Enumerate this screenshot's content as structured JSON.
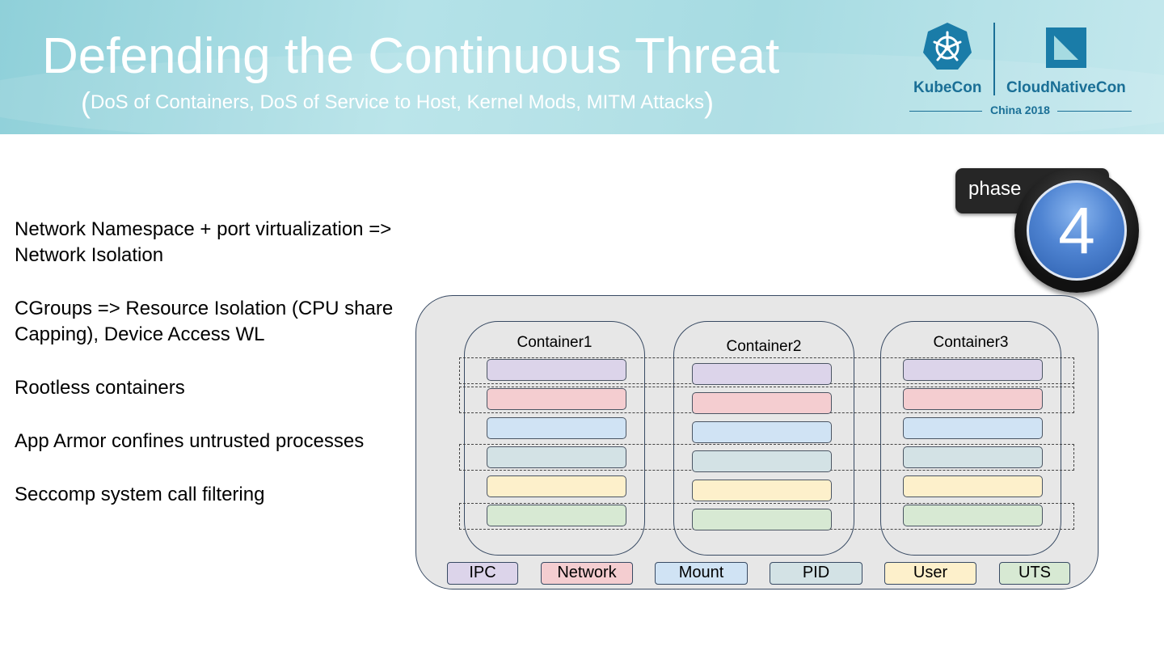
{
  "header": {
    "title": "Defending the Continuous Threat",
    "subtitle_open": "(",
    "subtitle": "DoS of Containers, DoS of Service to Host, Kernel Mods, MITM Attacks",
    "subtitle_close": ")"
  },
  "logos": {
    "kubecon": "KubeCon",
    "cloudnativecon": "CloudNativeCon",
    "event": "China 2018",
    "kubecon_icon": "kubernetes-helm-icon",
    "cncf_icon": "cncf-icon"
  },
  "bullets": [
    "Network Namespace + port virtualization => Network Isolation",
    "CGroups => Resource Isolation (CPU share Capping), Device Access WL",
    "Rootless containers",
    "App Armor confines untrusted processes",
    "Seccomp system call filtering"
  ],
  "phase_badge": {
    "label": "phase",
    "number": "4"
  },
  "diagram": {
    "containers": [
      "Container1",
      "Container2",
      "Container3"
    ],
    "namespaces": [
      {
        "label": "IPC",
        "color": "#dcd4ea"
      },
      {
        "label": "Network",
        "color": "#f4cdd0"
      },
      {
        "label": "Mount",
        "color": "#d0e3f4"
      },
      {
        "label": "PID",
        "color": "#d3e2e5"
      },
      {
        "label": "User",
        "color": "#fdf0cb"
      },
      {
        "label": "UTS",
        "color": "#d7e9d3"
      }
    ]
  }
}
